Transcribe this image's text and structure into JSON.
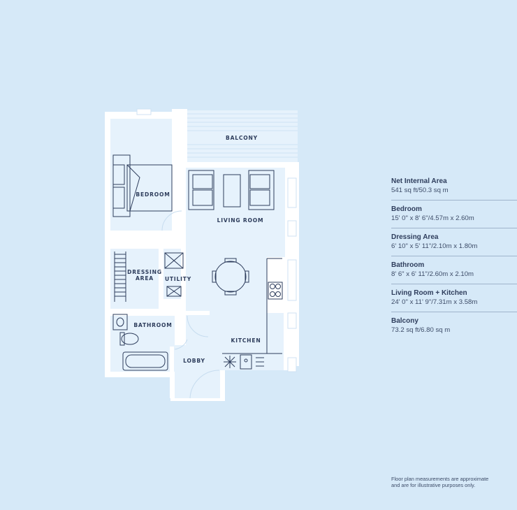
{
  "rooms": {
    "balcony": "BALCONY",
    "bedroom": "BEDROOM",
    "living_room": "LIVING ROOM",
    "dressing_line1": "DRESSING",
    "dressing_line2": "AREA",
    "utility": "UTILITY",
    "bathroom": "BATHROOM",
    "kitchen": "KITCHEN",
    "lobby": "LOBBY"
  },
  "specs": [
    {
      "title": "Net Internal Area",
      "value": "541 sq ft/50.3 sq m"
    },
    {
      "title": "Bedroom",
      "value": "15' 0\" x 8' 6\"/4.57m x 2.60m"
    },
    {
      "title": "Dressing Area",
      "value": "6' 10\" x 5' 11\"/2.10m x 1.80m"
    },
    {
      "title": "Bathroom",
      "value": "8' 6\" x 6' 11\"/2.60m x 2.10m"
    },
    {
      "title": "Living Room + Kitchen",
      "value": "24' 0\" x 11' 9\"/7.31m x 3.58m"
    },
    {
      "title": "Balcony",
      "value": "73.2 sq ft/6.80 sq m"
    }
  ],
  "note": {
    "line1": "Floor plan measurements are approximate",
    "line2": "and are for illustrative purposes only."
  },
  "colors": {
    "background": "#d6e9f8",
    "wall": "#ffffff",
    "floor": "#e6f2fc",
    "furniture": "#2e3d5c"
  }
}
